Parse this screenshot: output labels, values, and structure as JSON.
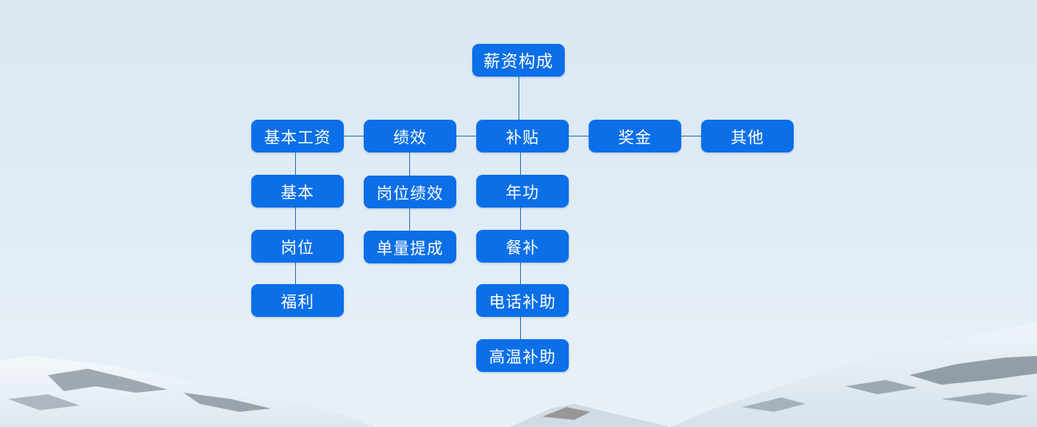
{
  "diagram": {
    "root": {
      "label": "薪资构成"
    },
    "categories": [
      {
        "label": "基本工资",
        "children": [
          "基本",
          "岗位",
          "福利"
        ]
      },
      {
        "label": "绩效",
        "children": [
          "岗位绩效",
          "单量提成"
        ]
      },
      {
        "label": "补贴",
        "children": [
          "年功",
          "餐补",
          "电话补助",
          "高温补助"
        ]
      },
      {
        "label": "奖金",
        "children": []
      },
      {
        "label": "其他",
        "children": []
      }
    ]
  },
  "colors": {
    "node_fill": "#0b6fe8",
    "node_text": "#ffffff",
    "connector": "#2a6fb8",
    "sky_top": "#dce9f3",
    "sky_bottom": "#e9f1f7"
  }
}
